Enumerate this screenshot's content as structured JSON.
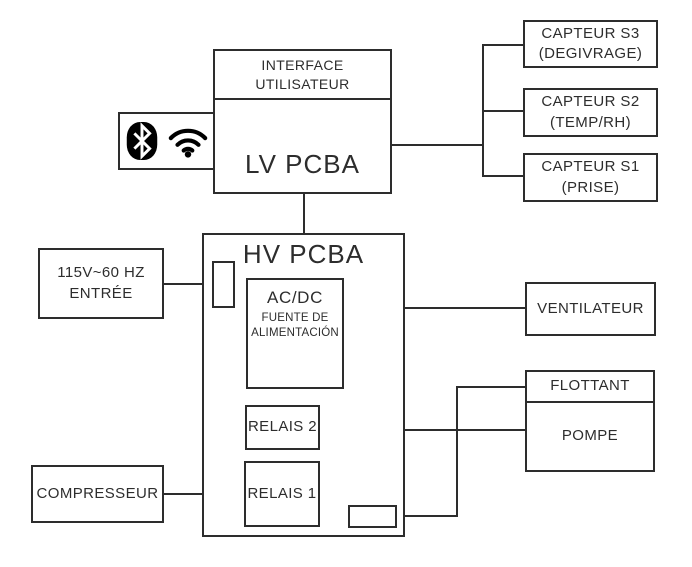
{
  "colors": {
    "line": "#2d2d2d",
    "background": "#ffffff",
    "icon": "#000000"
  },
  "nodes": {
    "interface_utilisateur": "INTERFACE\nUTILISATEUR",
    "lv_pcba": "LV PCBA",
    "hv_pcba": "HV PCBA",
    "power_input": "115V~60 HZ\nENTRÉE",
    "acdc_title": "AC/DC",
    "acdc_subtitle": "FUENTE DE\nALIMENTACIÓN",
    "ventilateur": "VENTILATEUR",
    "relais_2": "RELAIS 2",
    "relais_1": "RELAIS 1",
    "compresseur": "COMPRESSEUR",
    "flottant": "FLOTTANT",
    "pompe": "POMPE"
  },
  "sensors": [
    {
      "label": "CAPTEUR S3\n(DEGIVRAGE)"
    },
    {
      "label": "CAPTEUR S2\n(TEMP/RH)"
    },
    {
      "label": "CAPTEUR S1\n(PRISE)"
    }
  ],
  "icons": {
    "bluetooth": "bluetooth-icon",
    "wifi": "wifi-icon"
  }
}
